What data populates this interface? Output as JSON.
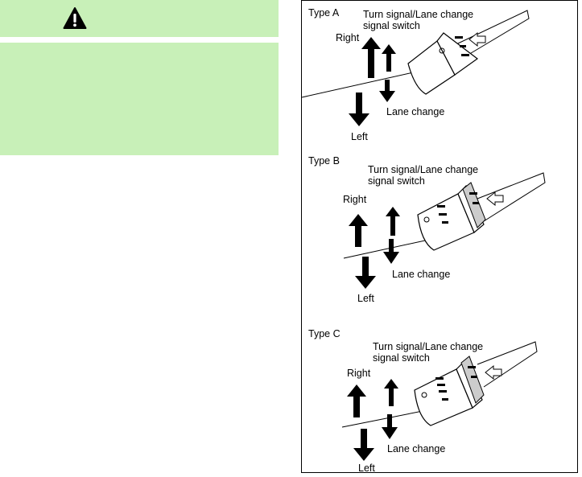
{
  "warning": {
    "icon": "warning-triangle-icon",
    "color": "#c8f0b8"
  },
  "figure": {
    "panels": [
      {
        "type_label": "Type A",
        "switch_label_line1": "Turn signal/Lane change",
        "switch_label_line2": "signal switch",
        "right_label": "Right",
        "left_label": "Left",
        "lane_change_label": "Lane change"
      },
      {
        "type_label": "Type B",
        "switch_label_line1": "Turn signal/Lane change",
        "switch_label_line2": "signal switch",
        "right_label": "Right",
        "left_label": "Left",
        "lane_change_label": "Lane change"
      },
      {
        "type_label": "Type C",
        "switch_label_line1": "Turn signal/Lane change",
        "switch_label_line2": "signal switch",
        "right_label": "Right",
        "left_label": "Left",
        "lane_change_label": "Lane change"
      }
    ]
  }
}
